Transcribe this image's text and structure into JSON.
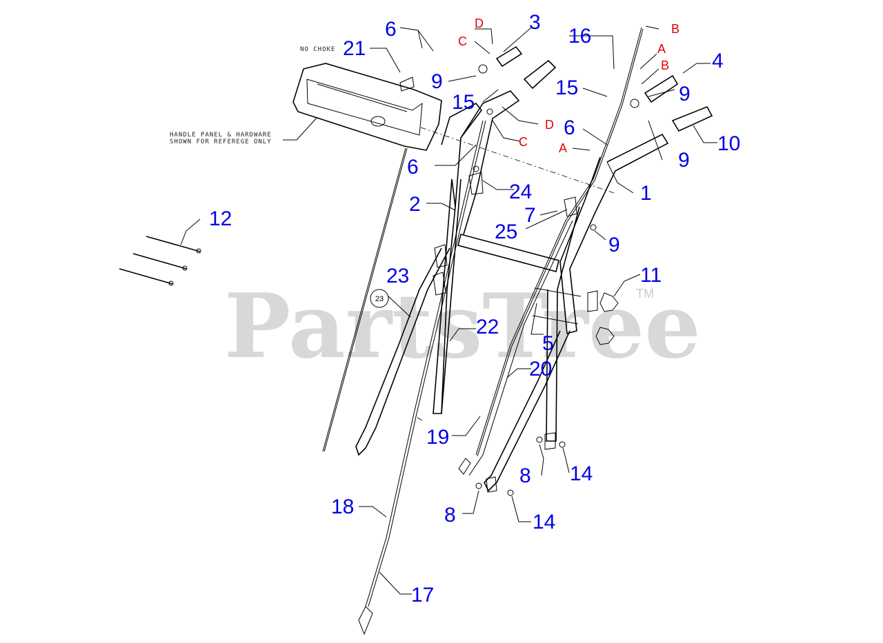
{
  "watermark": {
    "text": "PartsTree",
    "tm": "TM"
  },
  "notes": {
    "no_choke": "NO CHOKE",
    "handle_panel_line1": "HANDLE PANEL & HARDWARE",
    "handle_panel_line2": "SHOWN FOR REFEREGE ONLY"
  },
  "circled_ref": "23",
  "callouts": {
    "c1": "1",
    "c2": "2",
    "c3": "3",
    "c4": "4",
    "c5": "5",
    "c6a": "6",
    "c6b": "6",
    "c6c": "6",
    "c7": "7",
    "c8a": "8",
    "c8b": "8",
    "c9a": "9",
    "c9b": "9",
    "c9c": "9",
    "c9d": "9",
    "c10": "10",
    "c11": "11",
    "c12": "12",
    "c14a": "14",
    "c14b": "14",
    "c15a": "15",
    "c15b": "15",
    "c16": "16",
    "c17": "17",
    "c18": "18",
    "c19": "19",
    "c20": "20",
    "c21": "21",
    "c22": "22",
    "c23": "23",
    "c24": "24",
    "c25": "25"
  },
  "cable_letters": {
    "left_d_top": "D",
    "left_c_top": "C",
    "left_d_mid": "D",
    "left_c_mid": "C",
    "right_b_top": "B",
    "right_a_top": "A",
    "right_b_mid": "B",
    "right_a_mid": "A"
  },
  "colors": {
    "callout": "#0000e6",
    "cable_letter": "#e60000",
    "watermark": "#c8c8c8"
  }
}
